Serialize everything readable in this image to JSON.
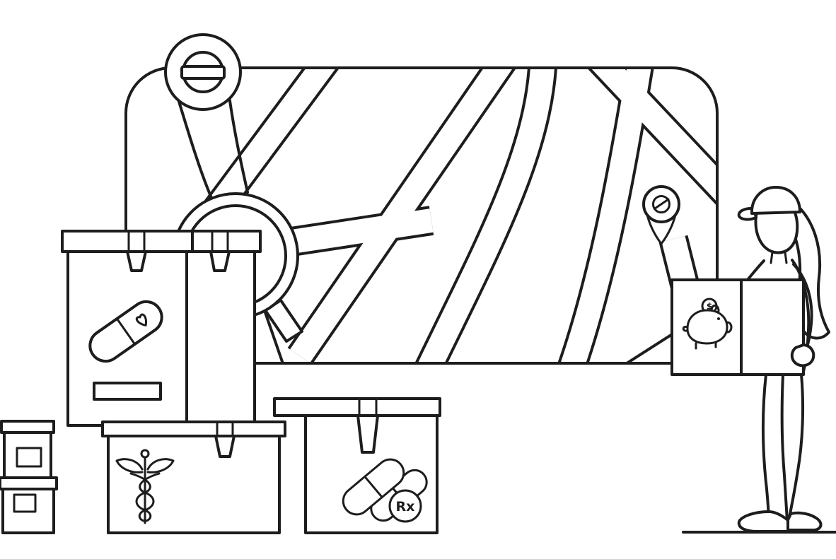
{
  "scene": {
    "background_color": "#ffffff",
    "line_color": "#1d1d1d",
    "style": "black-and-white outline illustration",
    "subject": "pharmacy delivery: city map with location pins and magnifier, stacked medicine parcels, courier woman carrying a box"
  },
  "labels": {
    "rx": "Rx",
    "dollar": "$"
  },
  "icons": [
    {
      "name": "map-panel"
    },
    {
      "name": "location-pin-large"
    },
    {
      "name": "location-pin-small"
    },
    {
      "name": "magnifier-icon"
    },
    {
      "name": "capsule-heart-icon"
    },
    {
      "name": "address-label-bar"
    },
    {
      "name": "caduceus-icon"
    },
    {
      "name": "crossed-pills-rx-icon"
    },
    {
      "name": "piggy-bank-icon"
    },
    {
      "name": "delivery-woman"
    }
  ]
}
